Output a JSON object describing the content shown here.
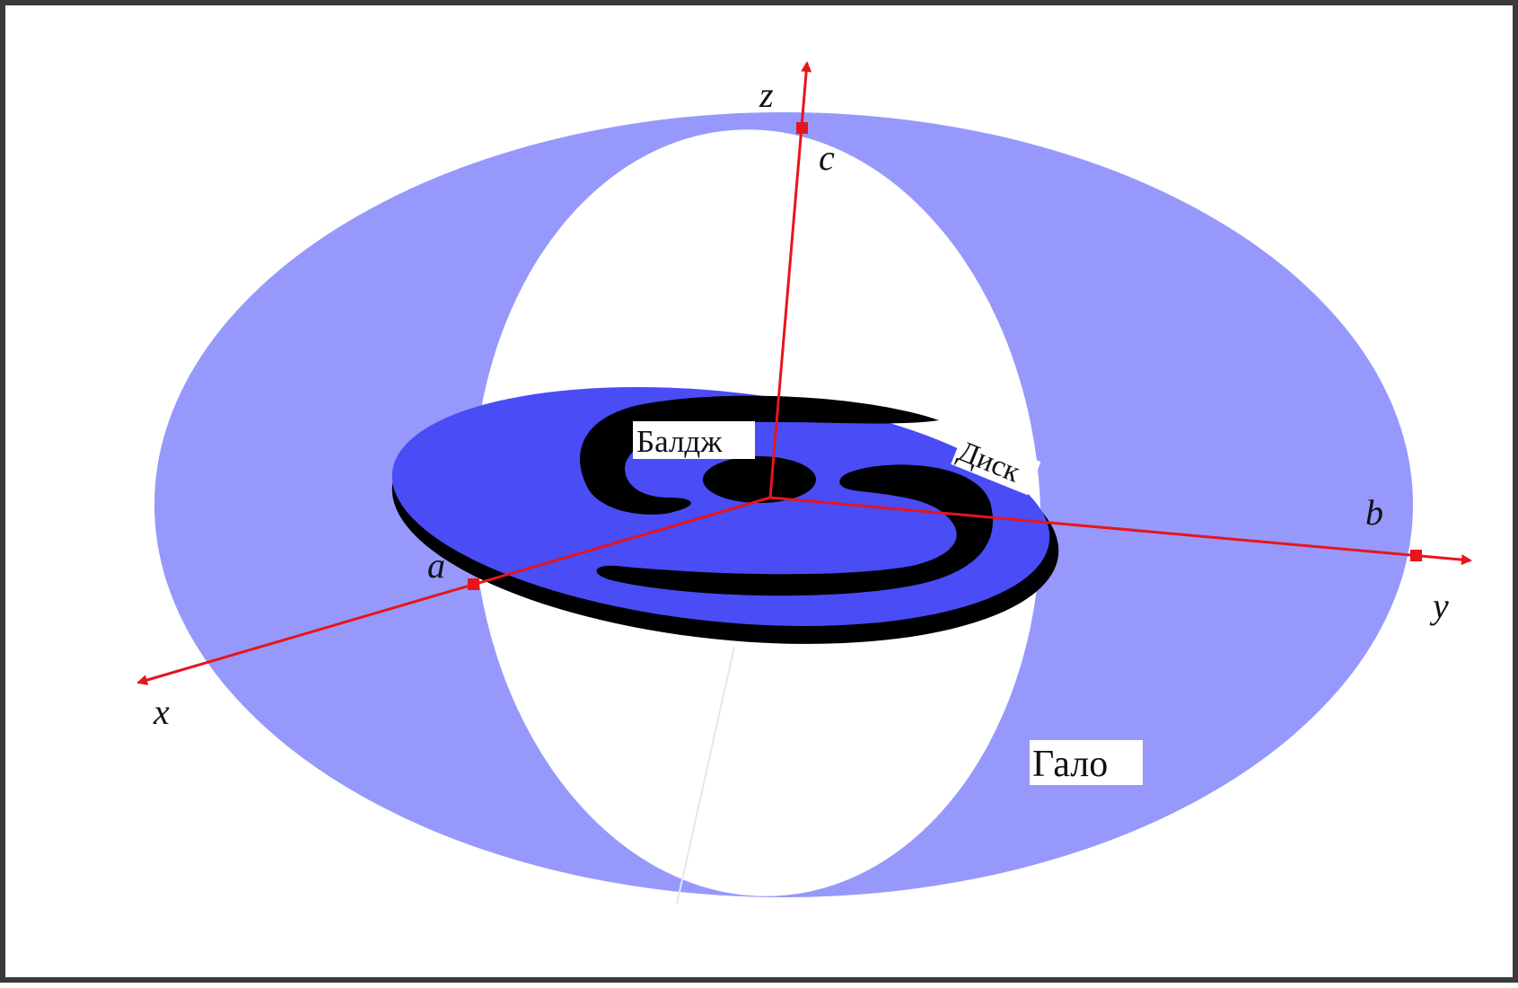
{
  "diagram": {
    "labels": {
      "bulge": "Балдж",
      "disk": "Диск",
      "halo": "Гало"
    },
    "axes": {
      "x": "x",
      "y": "y",
      "z": "z"
    },
    "semi_axes": {
      "a": "a",
      "b": "b",
      "c": "c"
    },
    "colors": {
      "halo": "#9699fb",
      "disk": "#4a4cf5",
      "disk_edge": "#000000",
      "axis": "#e8141c",
      "frame": "#3a3a3a"
    }
  }
}
